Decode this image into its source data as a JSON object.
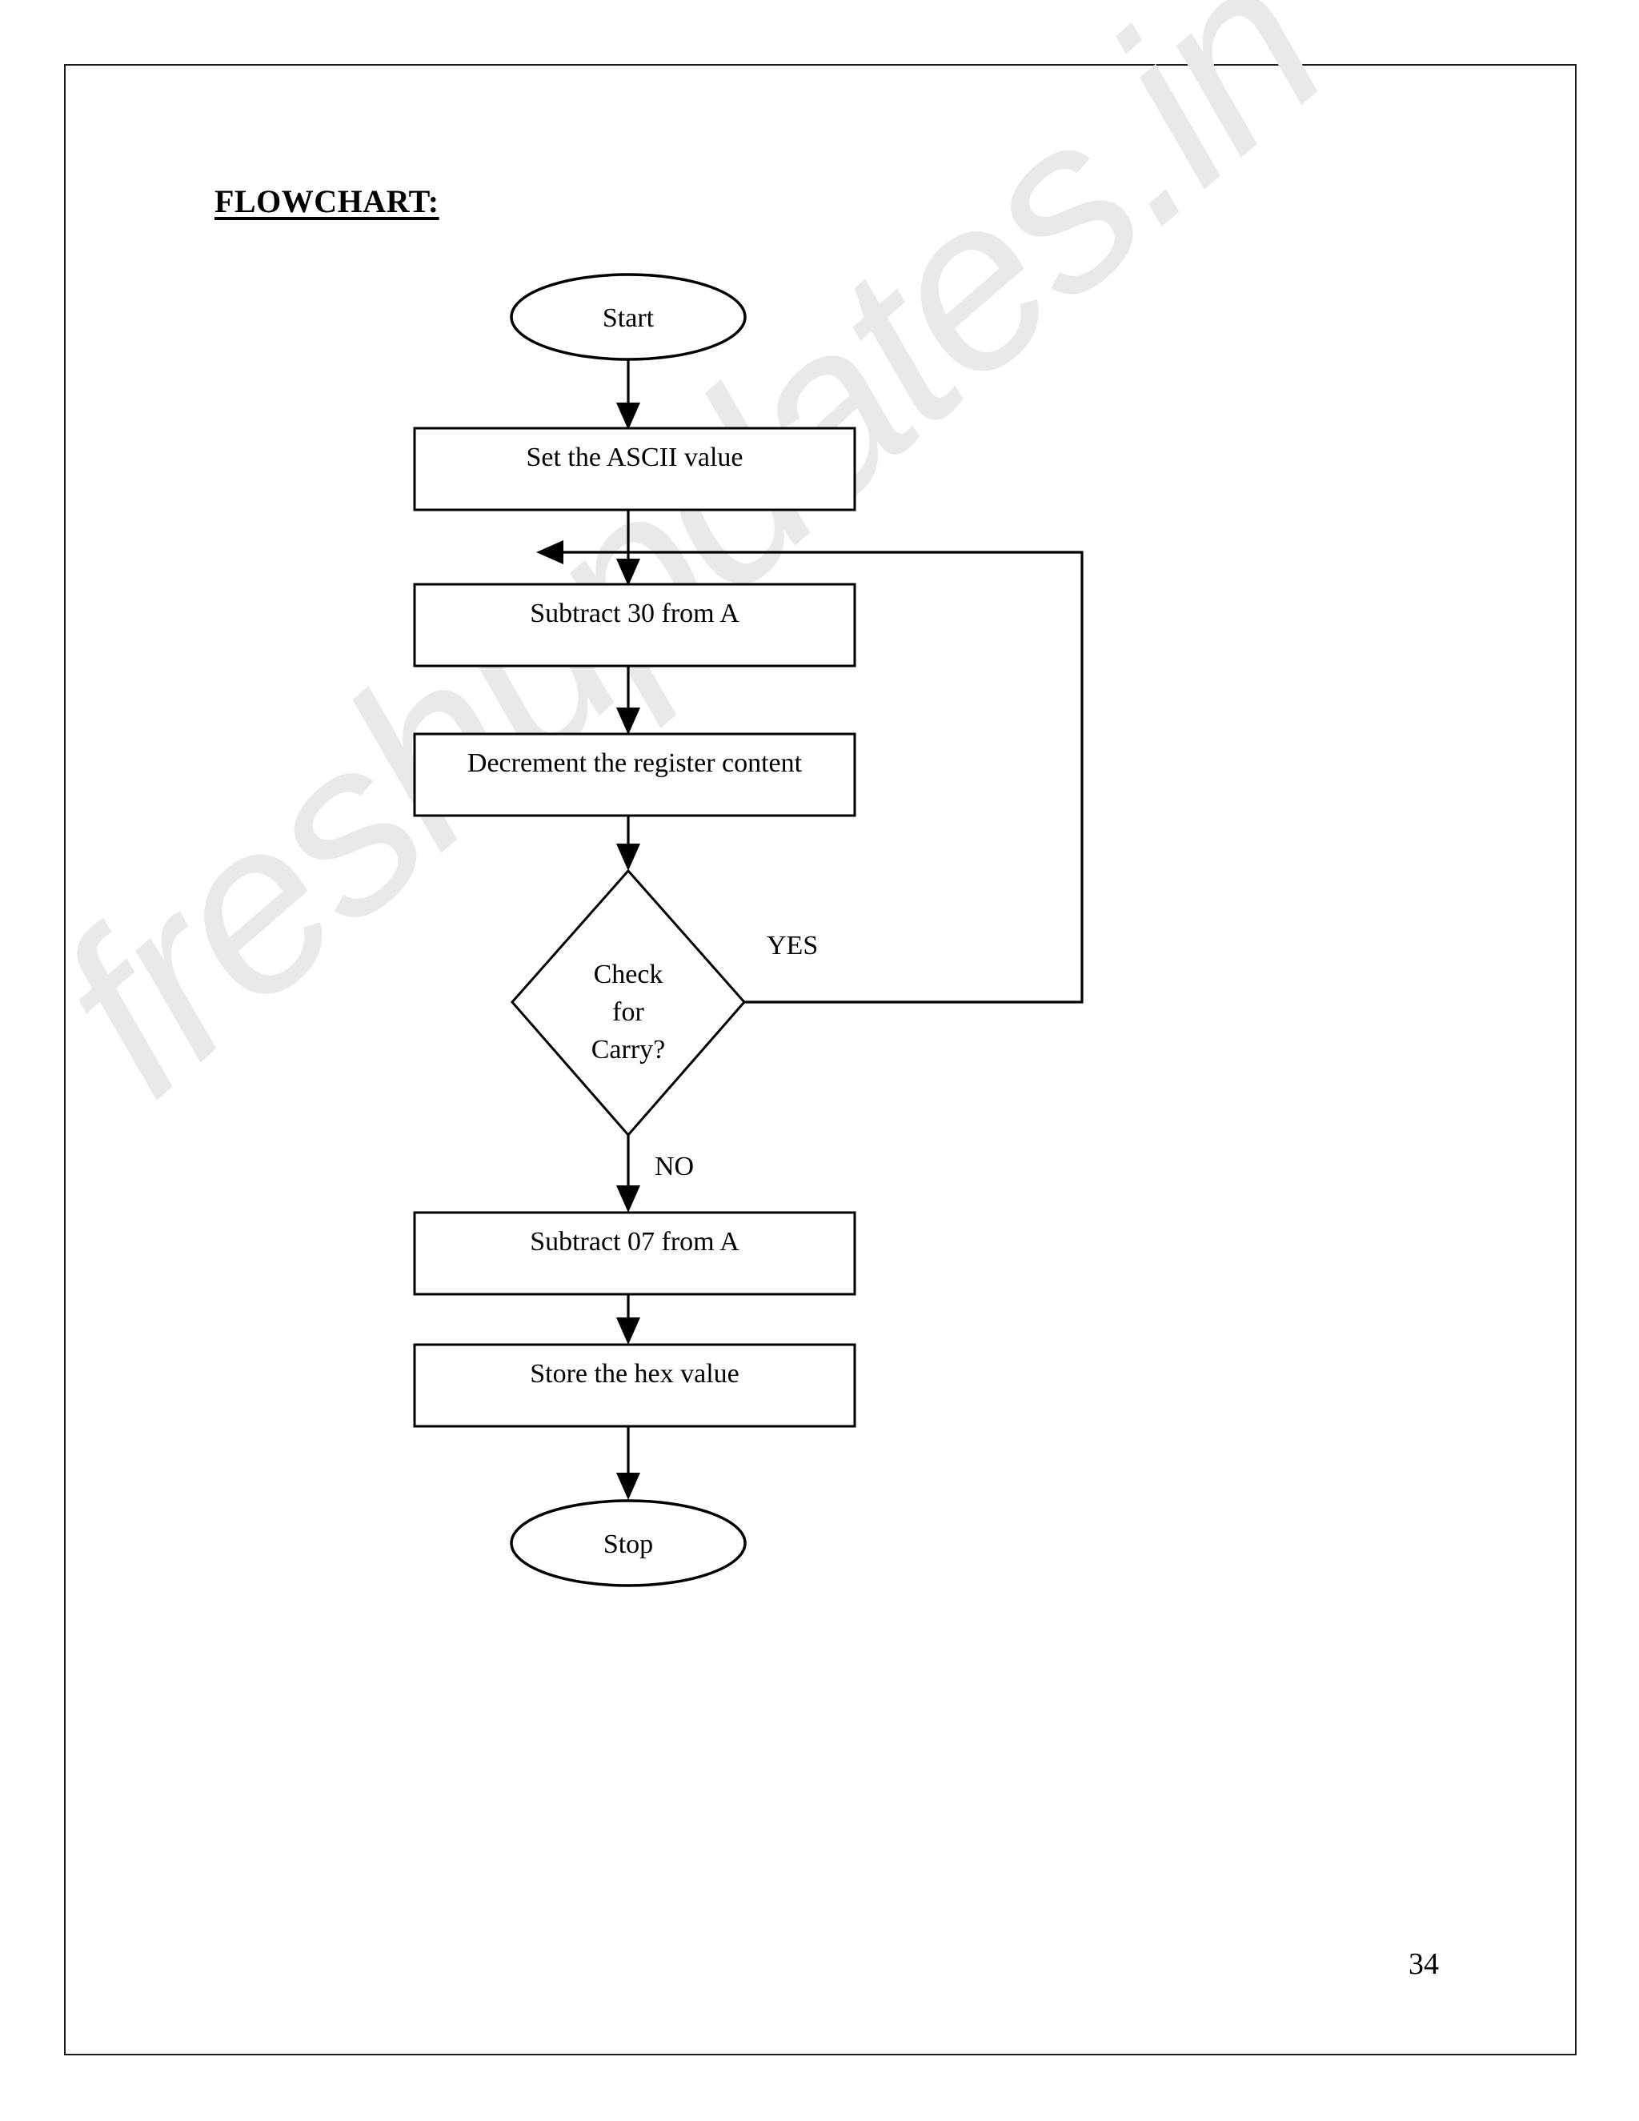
{
  "document": {
    "heading": "FLOWCHART:",
    "page_number": "34",
    "watermark": "freshupdates.in",
    "border_color": "#1a1a1a",
    "ink_color": "#000000",
    "watermark_color": "#e9e9e9",
    "background_color": "#ffffff"
  },
  "flowchart": {
    "title": "FLOWCHART:",
    "nodes": [
      {
        "id": "start",
        "type": "terminator",
        "label": "Start"
      },
      {
        "id": "set_ascii",
        "type": "process",
        "label": "Set the ASCII value"
      },
      {
        "id": "sub30",
        "type": "process",
        "label": "Subtract 30 from A"
      },
      {
        "id": "decrement",
        "type": "process",
        "label": "Decrement the register content"
      },
      {
        "id": "check",
        "type": "decision",
        "label": "Check for Carry?",
        "line1": "Check",
        "line2": "for",
        "line3": "Carry?"
      },
      {
        "id": "sub07",
        "type": "process",
        "label": "Subtract 07 from A"
      },
      {
        "id": "store_hex",
        "type": "process",
        "label": "Store the hex value"
      },
      {
        "id": "stop",
        "type": "terminator",
        "label": "Stop"
      }
    ],
    "edges": [
      {
        "from": "start",
        "to": "set_ascii",
        "label": ""
      },
      {
        "from": "set_ascii",
        "to": "sub30",
        "label": ""
      },
      {
        "from": "sub30",
        "to": "decrement",
        "label": ""
      },
      {
        "from": "decrement",
        "to": "check",
        "label": ""
      },
      {
        "from": "check",
        "to": "sub30",
        "label": "YES"
      },
      {
        "from": "check",
        "to": "sub07",
        "label": "NO"
      },
      {
        "from": "sub07",
        "to": "store_hex",
        "label": ""
      },
      {
        "from": "store_hex",
        "to": "stop",
        "label": ""
      }
    ],
    "branch_labels": {
      "yes": "YES",
      "no": "NO"
    }
  }
}
